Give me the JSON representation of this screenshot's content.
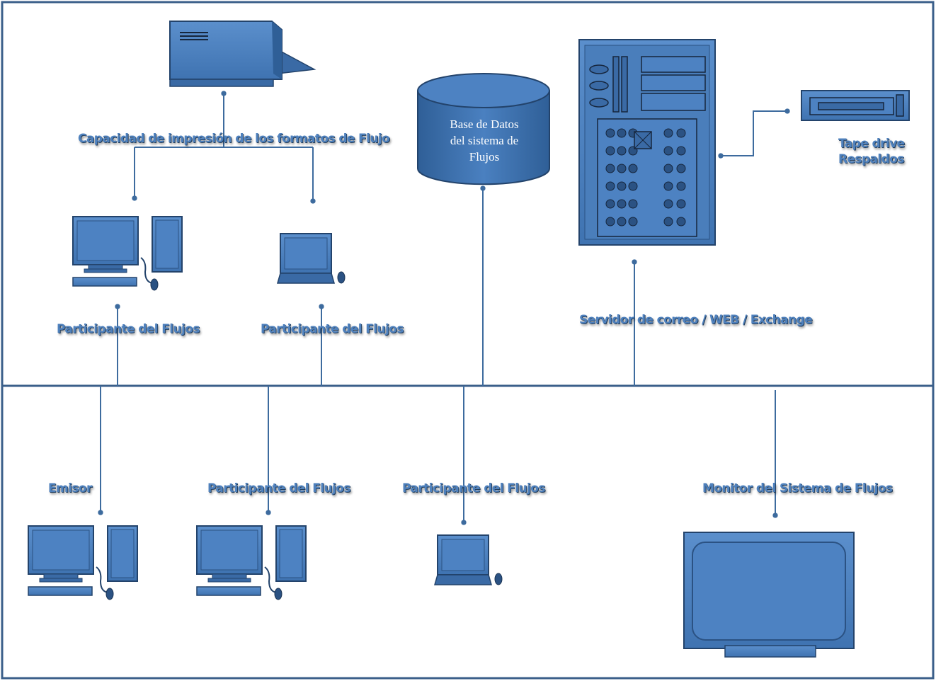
{
  "labels": {
    "print_capacity": "Capacidad de impresión de los formatos de Flujo",
    "participant_top_left": "Participante del Flujos",
    "participant_top_mid": "Participante del Flujos",
    "server": "Servidor  de correo / WEB / Exchange",
    "tape_line1": "Tape drive",
    "tape_line2": "Respaldos",
    "emitter": "Emisor",
    "participant_bottom_left": "Participante del Flujos",
    "participant_bottom_mid": "Participante del Flujos",
    "monitor": "Monitor del Sistema de Flujos"
  },
  "database": {
    "line1": "Base de Datos",
    "line2": "del sistema de",
    "line3": "Flujos"
  },
  "colors": {
    "device_fill": "#4a7ebb",
    "device_dark": "#264b78",
    "line": "#3d6b9e",
    "border": "#3b5f8a",
    "label": "#4f81bd"
  },
  "icons": {
    "printer": "printer-icon",
    "desktop": "desktop-computer-icon",
    "laptop": "laptop-icon",
    "database": "database-cylinder-icon",
    "server": "server-tower-icon",
    "tape": "tape-drive-icon",
    "monitor": "monitor-icon"
  }
}
